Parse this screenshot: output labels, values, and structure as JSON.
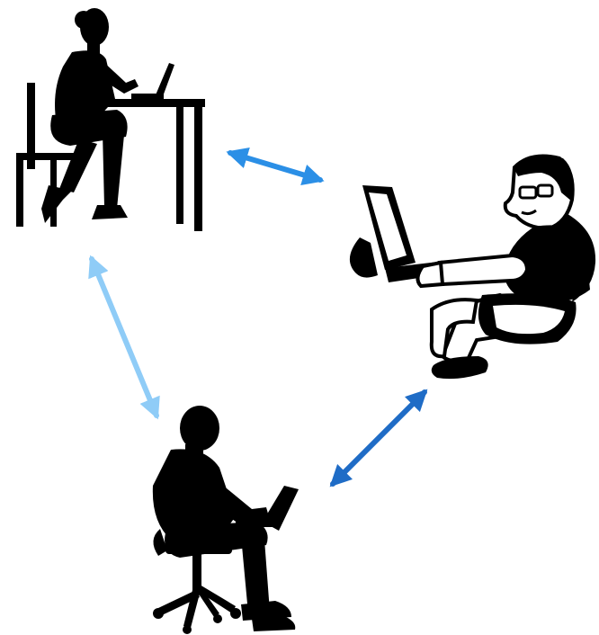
{
  "nodes": [
    {
      "id": "woman-at-desk",
      "icon": "woman-at-laptop-desk-icon"
    },
    {
      "id": "man-at-computer",
      "icon": "cartoon-man-at-computer-icon"
    },
    {
      "id": "man-with-laptop",
      "icon": "man-laptop-office-chair-icon"
    }
  ],
  "connections": [
    {
      "from": "woman-at-desk",
      "to": "man-at-computer",
      "color": "#2b8fe6",
      "bidirectional": true
    },
    {
      "from": "woman-at-desk",
      "to": "man-with-laptop",
      "color": "#8fccf7",
      "bidirectional": true
    },
    {
      "from": "man-at-computer",
      "to": "man-with-laptop",
      "color": "#1f6cc6",
      "bidirectional": true
    }
  ],
  "colors": {
    "figure": "#000000",
    "background": "#ffffff"
  }
}
